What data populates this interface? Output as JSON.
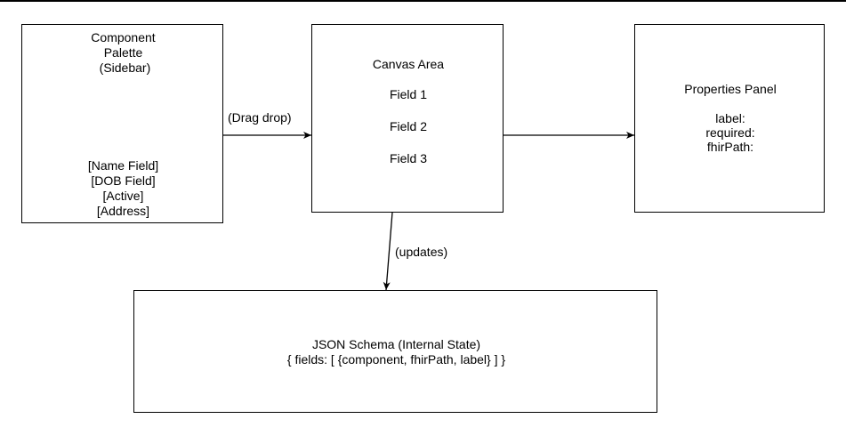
{
  "palette": {
    "title": [
      "Component",
      "Palette",
      " (Sidebar)"
    ],
    "items": [
      "[Name Field]",
      "[DOB Field]",
      "[Active]",
      "[Address]"
    ]
  },
  "canvas": {
    "title": "Canvas Area",
    "fields": [
      "Field 1",
      "Field 2",
      "Field 3"
    ]
  },
  "properties": {
    "title": "Properties Panel",
    "props": [
      "label:",
      "required:",
      "fhirPath:"
    ]
  },
  "schema": {
    "title": "JSON Schema (Internal State)",
    "body": "{ fields: [ {component, fhirPath, label} ] }"
  },
  "edges": {
    "drag": "(Drag drop)",
    "updates": "(updates)"
  }
}
